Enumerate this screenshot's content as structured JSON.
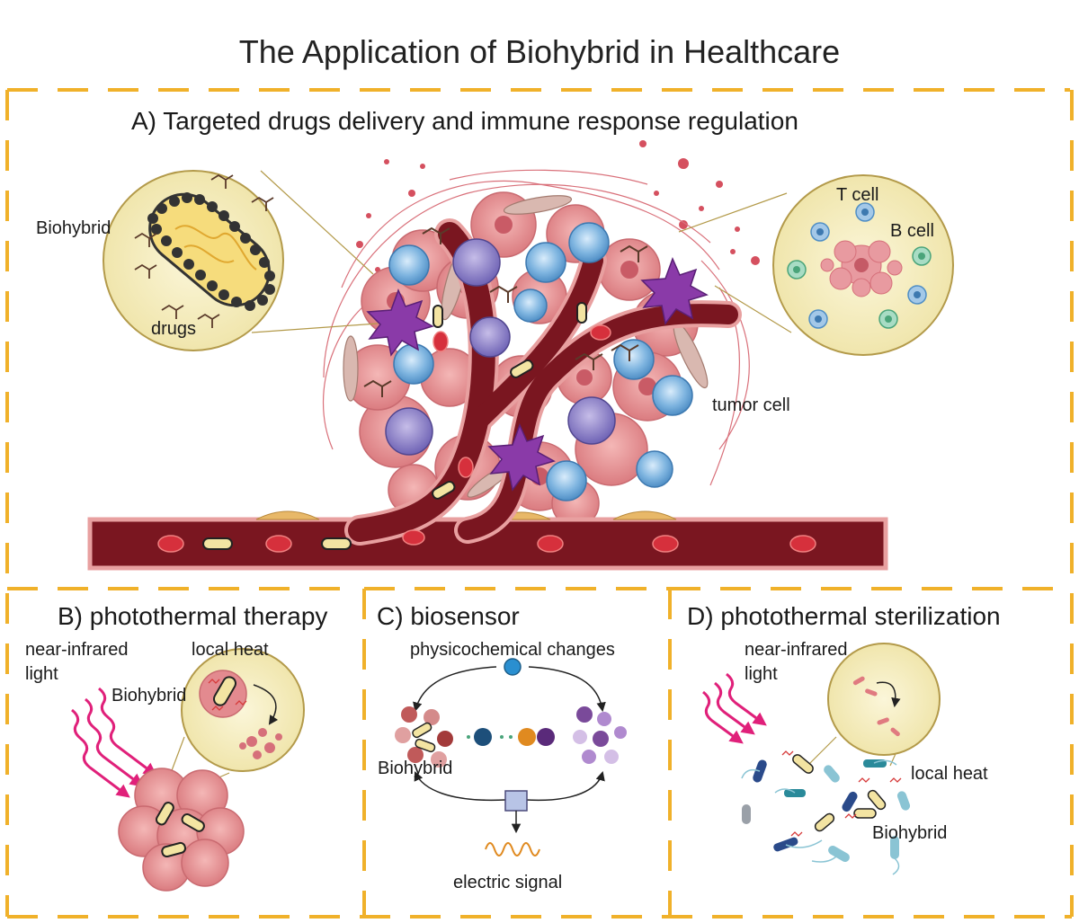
{
  "title": "The Application of Biohybrid in Healthcare",
  "panel_a": {
    "heading": "A) Targeted drugs delivery and immune response regulation",
    "biohybrid_label": "Biohybrid",
    "drugs_label": "drugs",
    "t_cell_label": "T cell",
    "b_cell_label": "B cell",
    "tumor_cell_label": "tumor cell"
  },
  "panel_b": {
    "heading": "B) photothermal therapy",
    "nir_line1": "near-infrared",
    "nir_line2": "light",
    "heat_label": "local heat",
    "biohybrid_label": "Biohybrid"
  },
  "panel_c": {
    "heading": "C) biosensor",
    "changes_label": "physicochemical changes",
    "biohybrid_label": "Biohybrid",
    "signal_label": "electric signal"
  },
  "panel_d": {
    "heading": "D) photothermal sterilization",
    "nir_line1": "near-infrared",
    "nir_line2": "light",
    "heat_label": "local heat",
    "biohybrid_label": "Biohybrid"
  },
  "colors": {
    "border": "#f0b12a",
    "vessel": "#7a1620",
    "vessel_edge": "#e8a0a0",
    "tumor": "#e38a8f",
    "zoom_bg": "#f7f0c5",
    "bead": "#3a3a3a",
    "immune_blue": "#6fa8d8",
    "dendritic": "#8a3aa8",
    "laser": "#e0207a"
  }
}
